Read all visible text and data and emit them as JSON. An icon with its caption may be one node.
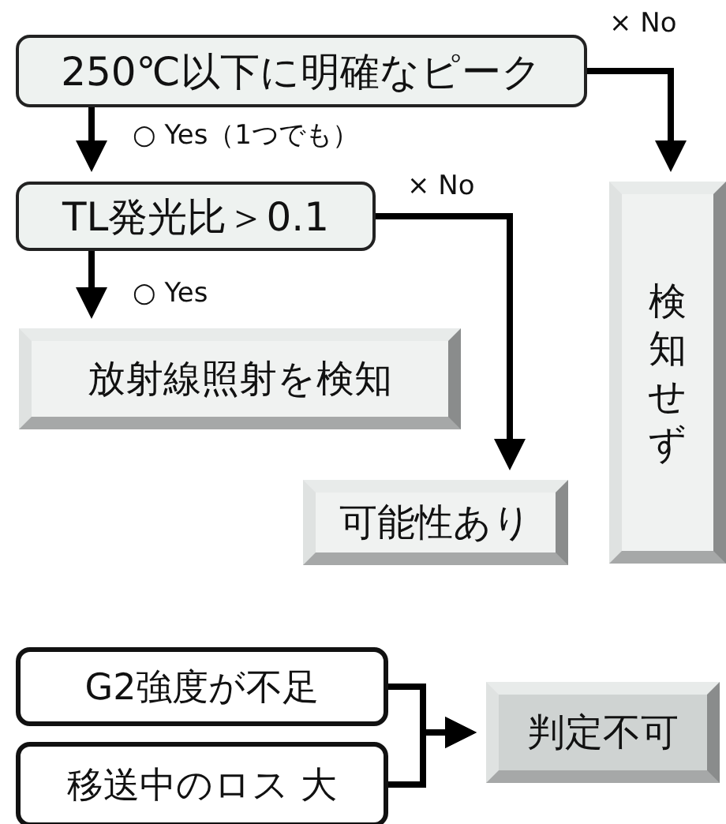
{
  "diagram": {
    "nodes": [
      {
        "text": [
          "250℃以下に明確なピーク"
        ]
      },
      {
        "text": [
          "TL発光比＞0.1"
        ]
      },
      {
        "text": [
          "放射線照射を検知"
        ]
      },
      {
        "text": [
          "可能性あり"
        ]
      },
      {
        "text": [
          "検知せず"
        ]
      },
      {
        "text": [
          "G2強度が不足"
        ]
      },
      {
        "text": [
          "移送中のロス 大"
        ]
      },
      {
        "text": [
          "判定不可"
        ]
      }
    ],
    "edges": [
      {
        "from": 0,
        "to": 1,
        "arrow": "to",
        "label": "○ Yes（1つでも）"
      },
      {
        "from": 0,
        "to": 4,
        "arrow": "to",
        "label": "× No"
      },
      {
        "from": 1,
        "to": 2,
        "arrow": "to",
        "label": "○ Yes"
      },
      {
        "from": 1,
        "to": 3,
        "arrow": "to",
        "label": "× No"
      },
      {
        "from": 5,
        "to": 7,
        "arrow": "to"
      },
      {
        "from": 6,
        "to": 7,
        "arrow": "to"
      }
    ]
  }
}
